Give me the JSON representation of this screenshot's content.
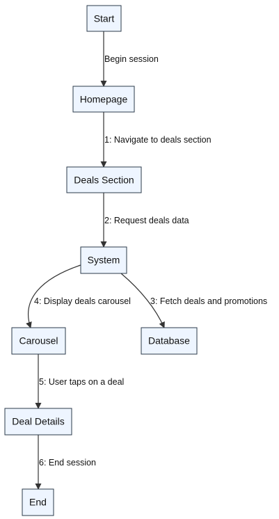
{
  "nodes": {
    "start": "Start",
    "homepage": "Homepage",
    "deals_section": "Deals Section",
    "system": "System",
    "carousel": "Carousel",
    "database": "Database",
    "deal_details": "Deal Details",
    "end": "End"
  },
  "edges": {
    "begin_session": "Begin session",
    "navigate": "1: Navigate to deals section",
    "request": "2: Request deals data",
    "fetch": "3: Fetch deals and promotions",
    "display": "4: Display deals carousel",
    "taps": "5: User taps on a deal",
    "end_session": "6: End session"
  },
  "colors": {
    "node_fill": "#eef5ff",
    "node_stroke": "#2b3a4a",
    "edge_stroke": "#333333"
  }
}
